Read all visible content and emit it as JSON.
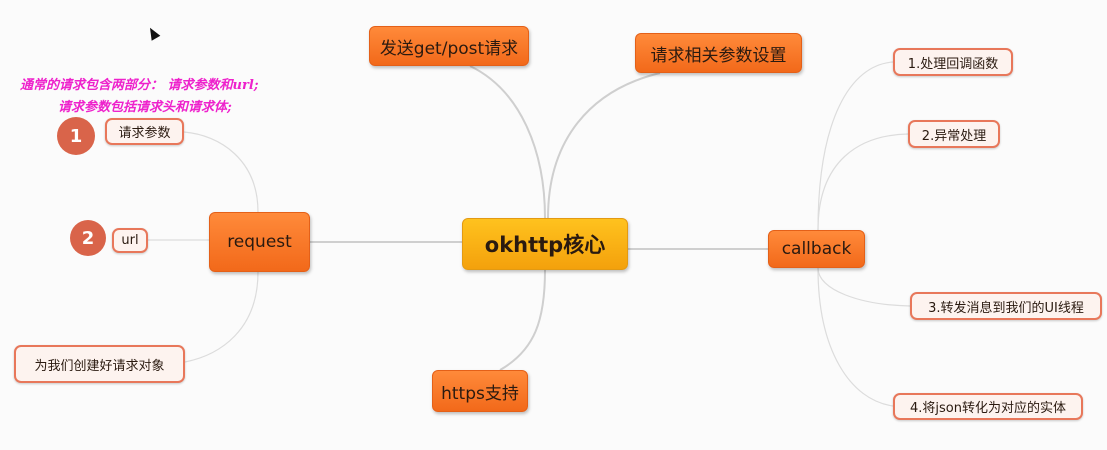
{
  "center": {
    "label": "okhttp核心"
  },
  "branches": {
    "request": "request",
    "callback": "callback",
    "send": "发送get/post请求",
    "settings": "请求相关参数设置",
    "https": "https支持"
  },
  "request_children": {
    "params": "请求参数",
    "url": "url",
    "create": "为我们创建好请求对象"
  },
  "callback_children": {
    "c1": "1.处理回调函数",
    "c2": "2.异常处理",
    "c3": "3.转发消息到我们的UI线程",
    "c4": "4.将json转化为对应的实体"
  },
  "badges": {
    "b1": "1",
    "b2": "2"
  },
  "annotation": {
    "line1": "通常的请求包含两部分： 请求参数和url;",
    "line2": "请求参数包括请求头和请求体;"
  },
  "colors": {
    "center": "#f4a10c",
    "branch": "#f2691a",
    "leaf_border": "#e8775a",
    "annotation": "#ee22cc",
    "badge": "#d9644a"
  }
}
